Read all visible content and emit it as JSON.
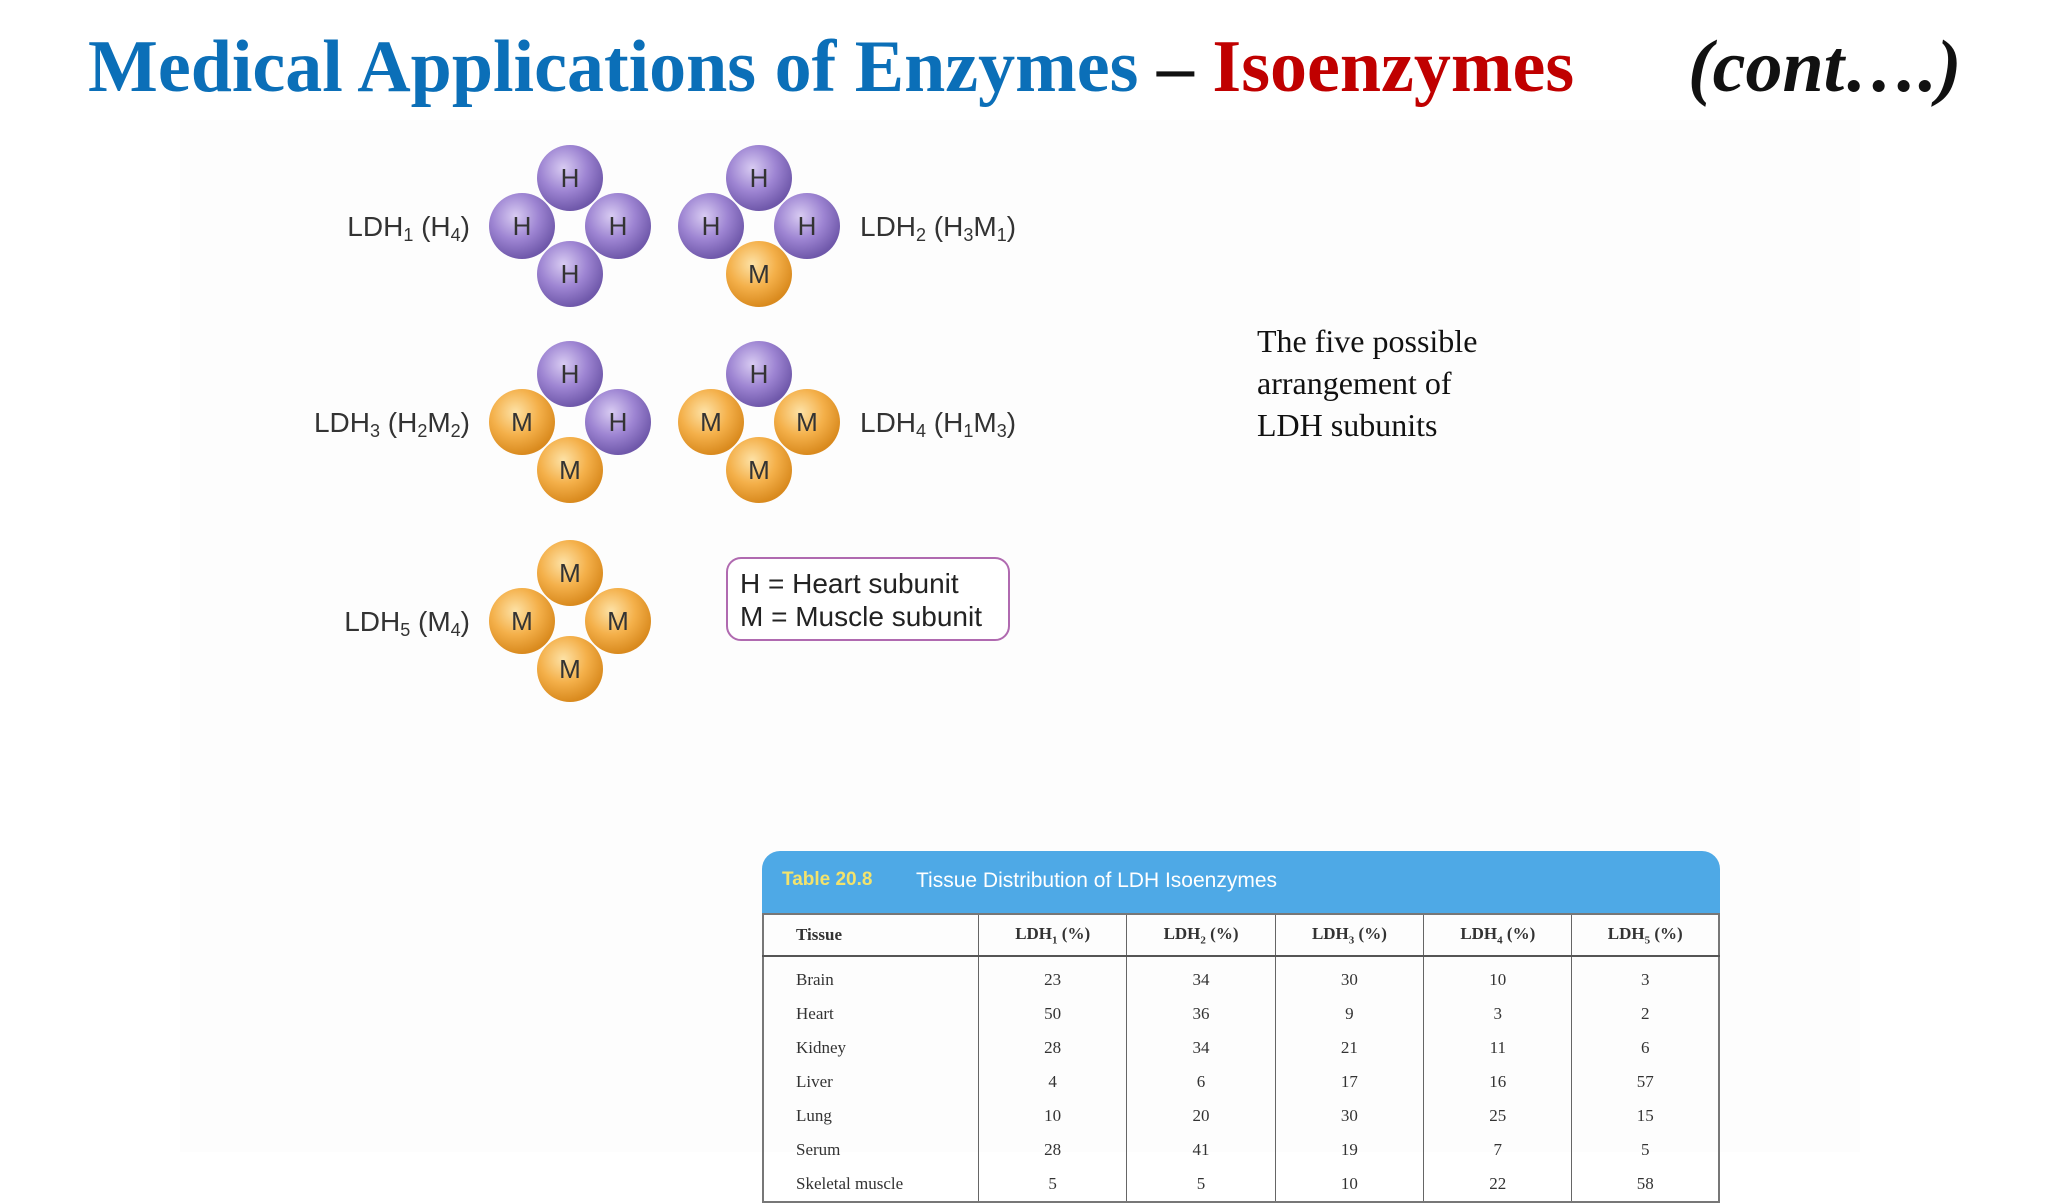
{
  "title": {
    "part1": "Medical Applications of Enzymes",
    "dash": "–",
    "part2": "Isoenzymes",
    "part3": "(cont….)"
  },
  "diagram": {
    "molecules": [
      {
        "name": "LDH1 (H4)",
        "label_main": "LDH",
        "label_sub": "1",
        "formula": "(H",
        "formula_sub": "4",
        "subunits": [
          "H",
          "H",
          "H",
          "H"
        ]
      },
      {
        "name": "LDH2 (H3M1)",
        "label_main": "LDH",
        "label_sub": "2",
        "formula": "(H",
        "formula_sub": "3",
        "formula2": "M",
        "formula2_sub": "1",
        "subunits": [
          "H",
          "H",
          "H",
          "M"
        ]
      },
      {
        "name": "LDH3 (H2M2)",
        "label_main": "LDH",
        "label_sub": "3",
        "formula": "(H",
        "formula_sub": "2",
        "formula2": "M",
        "formula2_sub": "2",
        "subunits": [
          "H",
          "M",
          "H",
          "M"
        ]
      },
      {
        "name": "LDH4 (H1M3)",
        "label_main": "LDH",
        "label_sub": "4",
        "formula": "(H",
        "formula_sub": "1",
        "formula2": "M",
        "formula2_sub": "3",
        "subunits": [
          "H",
          "M",
          "M",
          "M"
        ]
      },
      {
        "name": "LDH5 (M4)",
        "label_main": "LDH",
        "label_sub": "5",
        "formula": "(M",
        "formula_sub": "4",
        "subunits": [
          "M",
          "M",
          "M",
          "M"
        ]
      }
    ],
    "legend": [
      "H = Heart subunit",
      "M = Muscle subunit"
    ],
    "colors": {
      "heart": "#8f74c6",
      "muscle": "#f2a93c"
    },
    "caption": [
      "The five possible",
      "arrangement of",
      "LDH subunits"
    ]
  },
  "table": {
    "number": "Table 20.8",
    "caption": "Tissue Distribution of LDH Isoenzymes",
    "headers": [
      "Tissue",
      "LDH",
      "LDH",
      "LDH",
      "LDH",
      "LDH"
    ],
    "header_subs": [
      "",
      "1",
      "2",
      "3",
      "4",
      "5"
    ],
    "header_unit": "(%)",
    "rows": [
      [
        "Brain",
        "23",
        "34",
        "30",
        "10",
        "3"
      ],
      [
        "Heart",
        "50",
        "36",
        "9",
        "3",
        "2"
      ],
      [
        "Kidney",
        "28",
        "34",
        "21",
        "11",
        "6"
      ],
      [
        "Liver",
        "4",
        "6",
        "17",
        "16",
        "57"
      ],
      [
        "Lung",
        "10",
        "20",
        "30",
        "25",
        "15"
      ],
      [
        "Serum",
        "28",
        "41",
        "19",
        "7",
        "5"
      ],
      [
        "Skeletal muscle",
        "5",
        "5",
        "10",
        "22",
        "58"
      ]
    ]
  }
}
